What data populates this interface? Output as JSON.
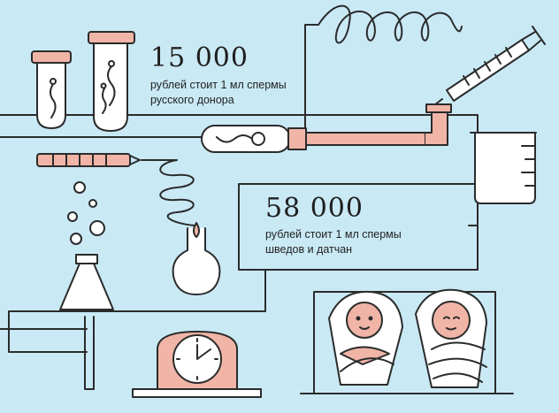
{
  "stats": [
    {
      "number": "15 000",
      "line1": "рублей  стоит 1 мл спермы",
      "line2": "русского донора"
    },
    {
      "number": "58 000",
      "line1": "рублей  стоит 1 мл спермы",
      "line2": "шведов и датчан"
    }
  ],
  "colors": {
    "background": "#c9e9f5",
    "line": "#2b2b2b",
    "accent": "#f0b5a7",
    "glass": "#ffffff"
  },
  "icons": [
    "test-tube-icon",
    "syringe-icon",
    "sperm-icon",
    "pipe-icon",
    "beaker-icon",
    "pipette-icon",
    "coil-icon",
    "flask-icon",
    "conical-flask-icon",
    "clock-icon",
    "baby-icon"
  ]
}
